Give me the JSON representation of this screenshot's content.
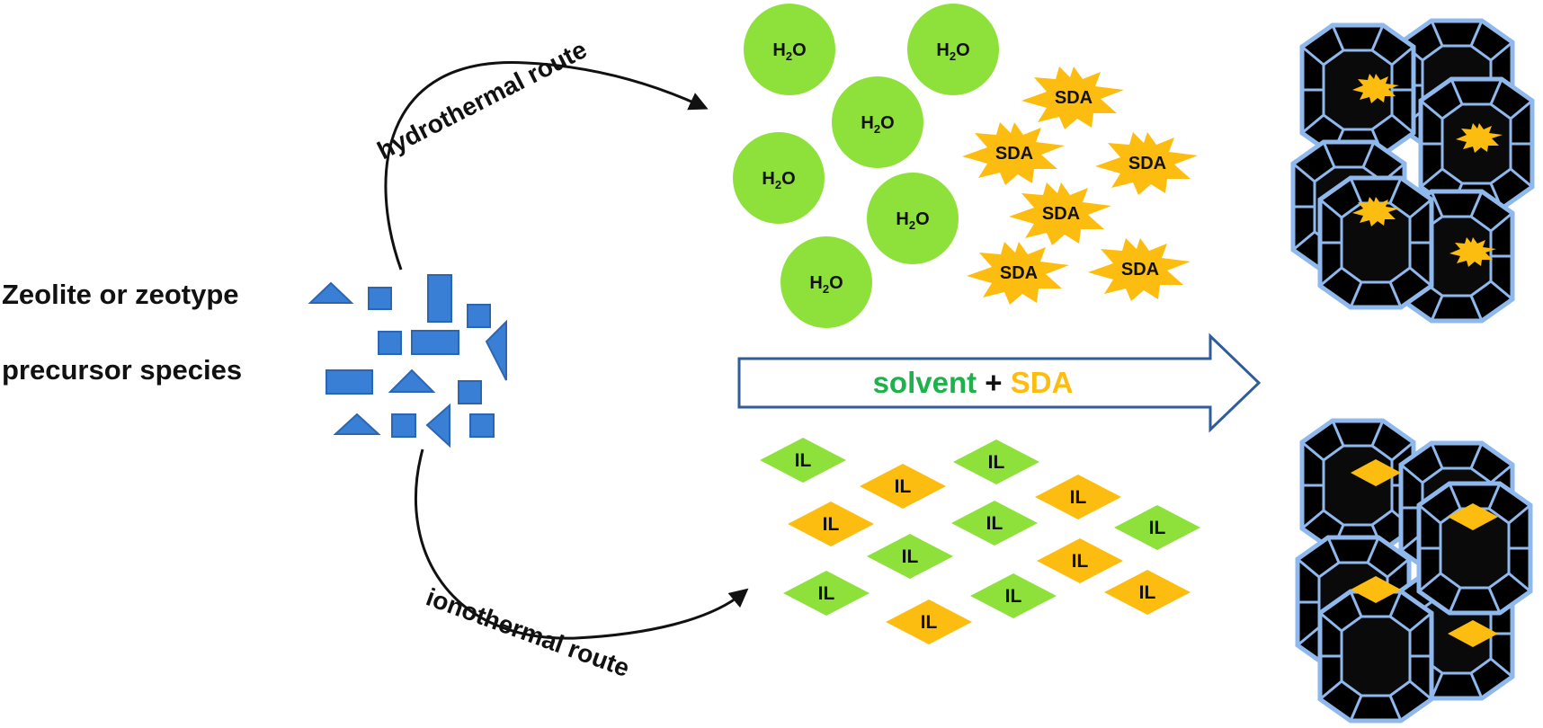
{
  "precursor": {
    "line1": "Zeolite or zeotype",
    "line2": "precursor species"
  },
  "routes": {
    "hydrothermal": "hydrothermal route",
    "ionothermal": "ionothermal route"
  },
  "water": {
    "text": "H",
    "sub": "2",
    "tail": "O"
  },
  "sda_label": "SDA",
  "il_label": "IL",
  "arrow": {
    "solvent": "solvent",
    "plus": " + ",
    "sda": "SDA"
  },
  "colors": {
    "green": "#8ee03b",
    "green_text": "#1fb14c",
    "orange": "#fdbd10",
    "blue_shape": "#3a7fd6",
    "arrow_outline": "#2e5d9a",
    "framework_edge": "#8fb8ec"
  }
}
